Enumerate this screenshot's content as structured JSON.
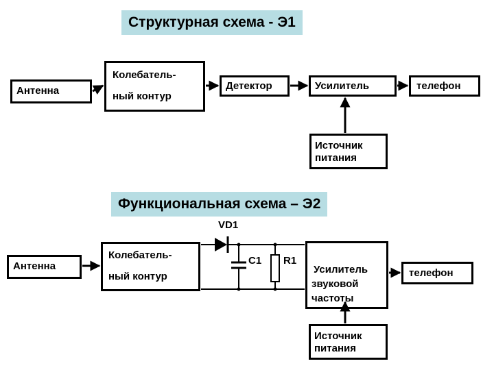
{
  "s1": {
    "title": "Структурная схема  - Э1",
    "antenna": "Антенна",
    "osc_line1": "Колебатель-",
    "osc_line2": "ный контур",
    "detector": "Детектор",
    "amplifier": "Усилитель",
    "phone": "телефон",
    "power_line1": "Источник",
    "power_line2": "питания"
  },
  "s2": {
    "title": "Функциональная схема – Э2",
    "antenna": "Антенна",
    "osc_line1": "Колебатель-",
    "osc_line2": "ный контур",
    "diode": "VD1",
    "capacitor": "C1",
    "resistor": "R1",
    "amp_line1": "Усилитель",
    "amp_line2": "звуковой",
    "amp_line3": "частоты",
    "phone": "телефон",
    "power_line1": "Источник",
    "power_line2": "питания"
  }
}
